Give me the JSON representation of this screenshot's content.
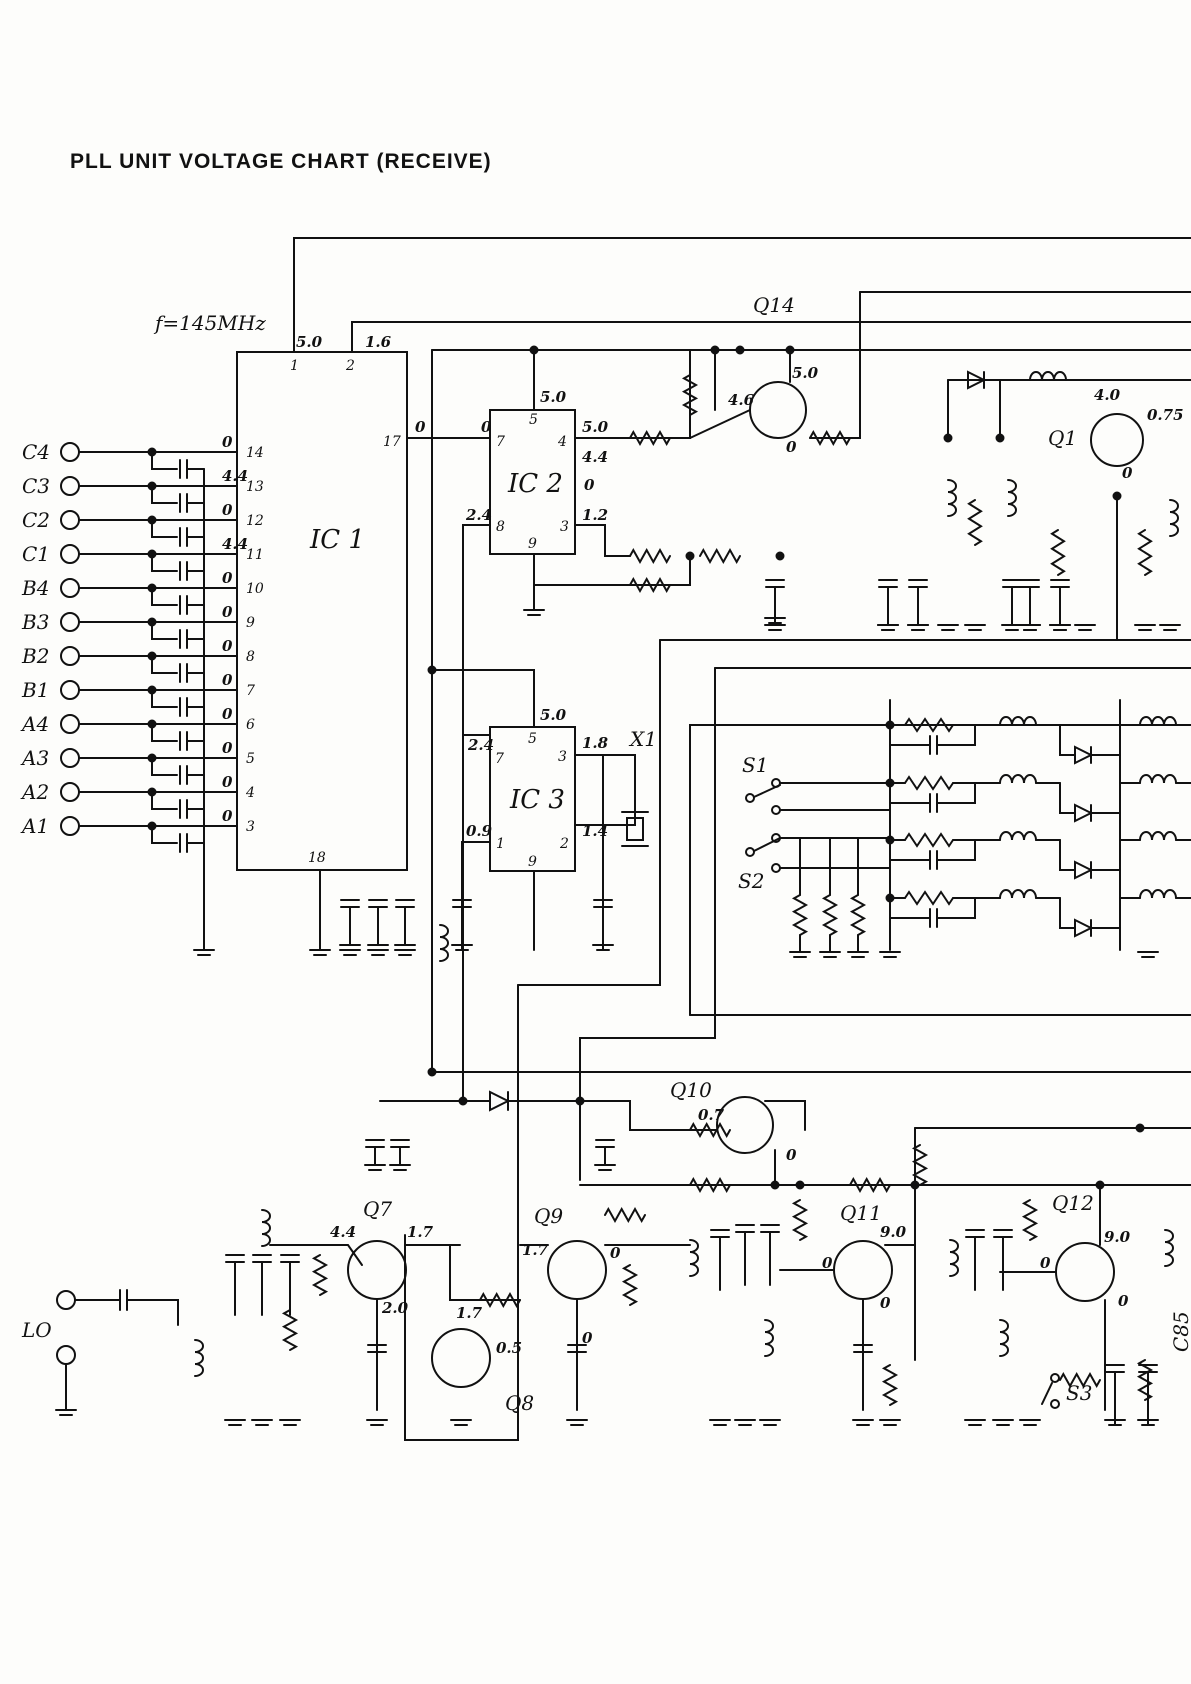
{
  "title": "PLL UNIT VOLTAGE CHART (RECEIVE)",
  "frequency": "f=145MHz",
  "ic1": {
    "name": "IC 1",
    "top_pins": [
      {
        "pin": "1",
        "voltage": "5.0"
      },
      {
        "pin": "2",
        "voltage": "1.6"
      }
    ],
    "left_pins": [
      {
        "pin": "14",
        "voltage": "0",
        "input": "C4"
      },
      {
        "pin": "13",
        "voltage": "4.4",
        "input": "C3"
      },
      {
        "pin": "12",
        "voltage": "0",
        "input": "C2"
      },
      {
        "pin": "11",
        "voltage": "4.4",
        "input": "C1"
      },
      {
        "pin": "10",
        "voltage": "0",
        "input": "B4"
      },
      {
        "pin": "9",
        "voltage": "0",
        "input": "B3"
      },
      {
        "pin": "8",
        "voltage": "0",
        "input": "B2"
      },
      {
        "pin": "7",
        "voltage": "0",
        "input": "B1"
      },
      {
        "pin": "6",
        "voltage": "0",
        "input": "A4"
      },
      {
        "pin": "5",
        "voltage": "0",
        "input": "A3"
      },
      {
        "pin": "4",
        "voltage": "0",
        "input": "A2"
      },
      {
        "pin": "3",
        "voltage": "0",
        "input": "A1"
      }
    ],
    "right_pin": {
      "pin": "17",
      "voltage": "0"
    },
    "bottom_pin": {
      "pin": "18"
    }
  },
  "ic2": {
    "name": "IC 2",
    "pins": [
      {
        "pin": "5",
        "voltage": "5.0"
      },
      {
        "pin": "7",
        "voltage": "0"
      },
      {
        "pin": "4",
        "voltage": "5.0"
      },
      {
        "pin": "8",
        "voltage": "2.4"
      },
      {
        "pin": "3",
        "voltage": "1.2"
      },
      {
        "pin": "9",
        "voltage": ""
      }
    ],
    "extra": [
      "4.4",
      "0"
    ]
  },
  "ic3": {
    "name": "IC 3",
    "pins": [
      {
        "pin": "5",
        "voltage": "5.0"
      },
      {
        "pin": "7",
        "voltage": "2.4"
      },
      {
        "pin": "3",
        "voltage": "1.8"
      },
      {
        "pin": "1",
        "voltage": "0.9"
      },
      {
        "pin": "2",
        "voltage": "1.4"
      },
      {
        "pin": "9",
        "voltage": ""
      }
    ]
  },
  "components": {
    "x1": "X1",
    "s1": "S1",
    "s2": "S2",
    "s3": "S3",
    "lo": "LO",
    "c85": "C85"
  },
  "transistors": [
    {
      "name": "Q14",
      "voltages": [
        "5.0",
        "4.6",
        "0"
      ]
    },
    {
      "name": "Q1",
      "voltages": [
        "4.0",
        "0.75",
        "0"
      ]
    },
    {
      "name": "Q10",
      "voltages": [
        "0.7",
        "0"
      ]
    },
    {
      "name": "Q7",
      "voltages": [
        "4.4",
        "1.7",
        "2.0"
      ]
    },
    {
      "name": "Q8",
      "voltages": [
        "1.7",
        "0.5"
      ]
    },
    {
      "name": "Q9",
      "voltages": [
        "1.7",
        "0",
        "0"
      ]
    },
    {
      "name": "Q11",
      "voltages": [
        "9.0",
        "0",
        "0"
      ]
    },
    {
      "name": "Q12",
      "voltages": [
        "9.0",
        "0",
        "0"
      ]
    }
  ]
}
